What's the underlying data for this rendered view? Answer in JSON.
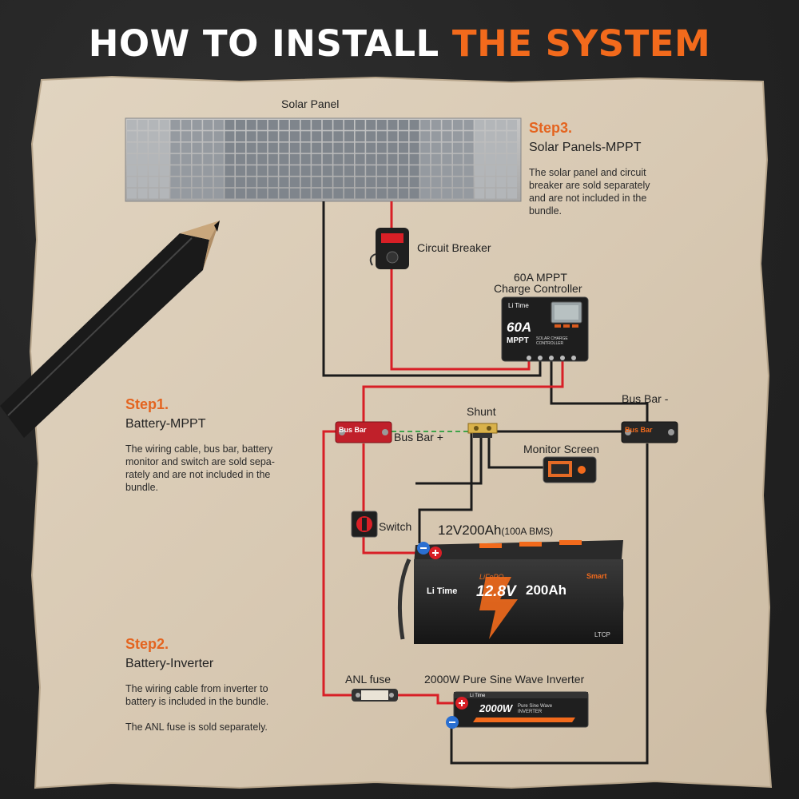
{
  "title": {
    "part1": "HOW TO INSTALL ",
    "part2": "THE SYSTEM"
  },
  "labels": {
    "solar_panel": "Solar Panel",
    "circuit_breaker": "Circuit Breaker",
    "mppt_line1": "60A MPPT",
    "mppt_line2": "Charge Controller",
    "bus_bar_minus": "Bus Bar -",
    "bus_bar_plus": "Bus Bar +",
    "shunt": "Shunt",
    "monitor_screen": "Monitor Screen",
    "switch": "Switch",
    "battery_main": "12V200Ah",
    "battery_sub": "(100A BMS)",
    "anl_fuse": "ANL fuse",
    "inverter": "2000W Pure Sine Wave Inverter"
  },
  "steps": [
    {
      "heading": "Step3.",
      "subtitle": "Solar Panels-MPPT",
      "body": [
        "The solar panel and circuit",
        "breaker are sold separately",
        "and are not included in the",
        "bundle."
      ]
    },
    {
      "heading": "Step1.",
      "subtitle": "Battery-MPPT",
      "body": [
        "The wiring cable, bus bar, battery",
        "monitor and switch are sold sepa-",
        "rately and are not included in the",
        "bundle."
      ]
    },
    {
      "heading": "Step2.",
      "subtitle": "Battery-Inverter",
      "body": [
        "The wiring cable from inverter to",
        "battery is included in the bundle.",
        "",
        "The ANL fuse is sold separately."
      ]
    }
  ],
  "device_text": {
    "busbar": "Bus Bar",
    "mppt_brand": "Li Time",
    "mppt_big": "60A",
    "mppt_small": "MPPT",
    "mppt_tag": "SOLAR CHARGE CONTROLLER",
    "battery_brand": "Li Time",
    "battery_chem": "LiFePO₄",
    "battery_volt": "12.8V",
    "battery_cap": "200Ah",
    "battery_smart": "Smart",
    "battery_ltcp": "LTCP",
    "inverter_brand": "Li Time",
    "inverter_watt": "2000W",
    "inverter_tag": "Pure Sine Wave INVERTER"
  },
  "colors": {
    "accent": "#f26a1c",
    "wire_red": "#d81f26",
    "wire_black": "#1b1b1b",
    "paper": "#d9cbb6"
  }
}
